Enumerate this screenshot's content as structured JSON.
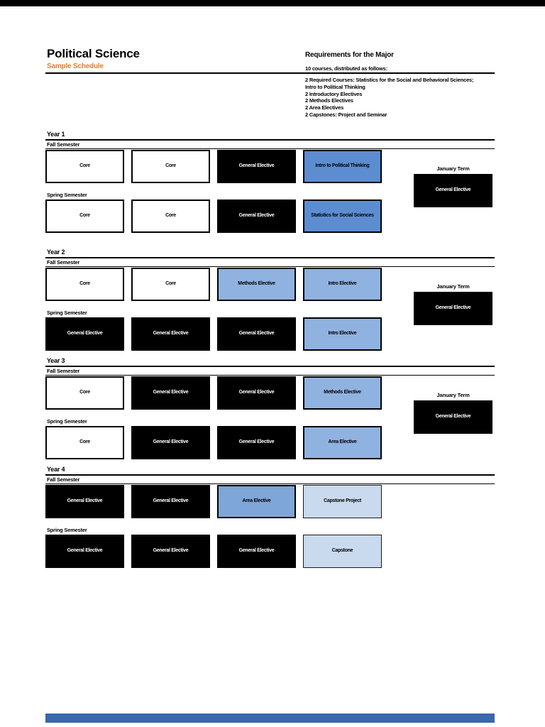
{
  "palette": {
    "accent-orange": "#E87D1E",
    "top-bar-black": "#000000",
    "footer-blue": "#3A67AE",
    "course-white": "#FFFFFF",
    "course-black": "#000000",
    "course-blue": "#5C8DD0",
    "course-blue-light": "#90B2E0",
    "course-blue-mid": "#7EA6D8",
    "course-blue-pale": "#C9DAEE"
  },
  "header": {
    "title": "Political Science",
    "subtitle": "Sample Schedule"
  },
  "requirements": {
    "heading": "Requirements for the Major",
    "intro": "10 courses, distributed as follows:",
    "items": [
      "2 Required Courses: Statistics for the Social and Behavioral Sciences;",
      "Intro to Political Thinking",
      "2 Introductory Electives",
      "2 Methods Electives",
      "2 Area Electives",
      "2 Capstones: Project and Seminar"
    ]
  },
  "years": [
    {
      "label": "Year 1",
      "fall_label": "Fall Semester",
      "spring_label": "Spring Semester",
      "january_label": "January Term",
      "fall": [
        {
          "label": "Core",
          "style": "white"
        },
        {
          "label": "Core",
          "style": "white"
        },
        {
          "label": "General Elective",
          "style": "black"
        },
        {
          "label": "Intro to Political Thinking",
          "style": "blue"
        }
      ],
      "spring": [
        {
          "label": "Core",
          "style": "white"
        },
        {
          "label": "Core",
          "style": "white"
        },
        {
          "label": "General Elective",
          "style": "black"
        },
        {
          "label": "Statistics for Social Sciences",
          "style": "blue"
        }
      ],
      "january": {
        "label": "General Elective",
        "style": "black"
      }
    },
    {
      "label": "Year 2",
      "fall_label": "Fall Semester",
      "spring_label": "Spring Semester",
      "january_label": "January Term",
      "fall": [
        {
          "label": "Core",
          "style": "white"
        },
        {
          "label": "Core",
          "style": "white"
        },
        {
          "label": "Methods Elective",
          "style": "blue-light"
        },
        {
          "label": "Intro Elective",
          "style": "blue-light"
        }
      ],
      "spring": [
        {
          "label": "General Elective",
          "style": "black"
        },
        {
          "label": "General Elective",
          "style": "black"
        },
        {
          "label": "General Elective",
          "style": "black"
        },
        {
          "label": "Intro Elective",
          "style": "blue-light"
        }
      ],
      "january": {
        "label": "General Elective",
        "style": "black"
      }
    },
    {
      "label": "Year 3",
      "fall_label": "Fall Semester",
      "spring_label": "Spring Semester",
      "january_label": "January Term",
      "fall": [
        {
          "label": "Core",
          "style": "white"
        },
        {
          "label": "General Elective",
          "style": "black"
        },
        {
          "label": "General Elective",
          "style": "black"
        },
        {
          "label": "Methods Elective",
          "style": "blue-light"
        }
      ],
      "spring": [
        {
          "label": "Core",
          "style": "white"
        },
        {
          "label": "General Elective",
          "style": "black"
        },
        {
          "label": "General Elective",
          "style": "black"
        },
        {
          "label": "Area Elective",
          "style": "blue-light"
        }
      ],
      "january": {
        "label": "General Elective",
        "style": "black"
      }
    },
    {
      "label": "Year 4",
      "fall_label": "Fall Semester",
      "spring_label": "Spring Semester",
      "fall": [
        {
          "label": "General Elective",
          "style": "black"
        },
        {
          "label": "General Elective",
          "style": "black"
        },
        {
          "label": "Area Elective",
          "style": "blue-mid"
        },
        {
          "label": "Capstone Project",
          "style": "blue-pale"
        }
      ],
      "spring": [
        {
          "label": "General Elective",
          "style": "black"
        },
        {
          "label": "General Elective",
          "style": "black"
        },
        {
          "label": "General Elective",
          "style": "black"
        },
        {
          "label": "Capstone",
          "style": "blue-pale"
        }
      ]
    }
  ]
}
